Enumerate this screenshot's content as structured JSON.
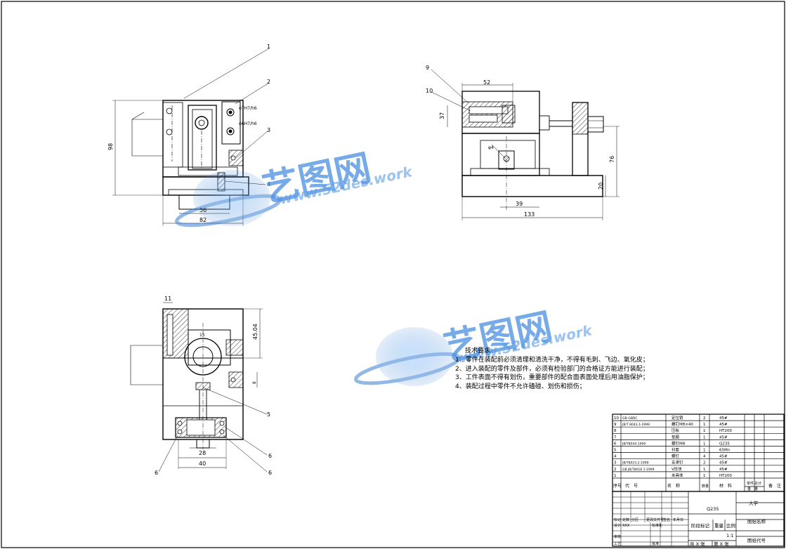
{
  "drawing": {
    "tech_requirements_title": "技术要求",
    "tech_requirements": [
      "1、零件在装配前必须清理和清洗干净，不得有毛刺、飞边、氧化皮；",
      "2、进入装配的零件及部件，必须有检验部门的合格证方能进行装配；",
      "3、工件表面不得有划伤，重要部件的配合面表面处理后用油脂保护；",
      "4、装配过程中零件不允许磕碰、划伤和损伤；"
    ],
    "front_view": {
      "balloons": [
        "1",
        "2",
        "3",
        "4"
      ],
      "dims": {
        "height": "98",
        "w56": "56",
        "w82": "82"
      },
      "fits": [
        "φ7H7/h6",
        "φ6H7/h6"
      ]
    },
    "side_view": {
      "balloons": [
        "9",
        "10"
      ],
      "dims": {
        "w52": "52",
        "h37": "37",
        "d94": "φ4",
        "w39": "39",
        "w133": "133",
        "h76": "76",
        "h20": "20"
      }
    },
    "top_view": {
      "balloons": [
        "5",
        "6",
        "6",
        "6"
      ],
      "dims": {
        "w11": "11",
        "w15": "15",
        "h45": "45.04",
        "w28": "28",
        "w40": "40",
        "h8": "8"
      }
    }
  },
  "watermark": {
    "title": "艺图网",
    "url": "www.52des.work"
  },
  "bom": {
    "rows": [
      {
        "no": "10",
        "code": "GB-GBDC",
        "name": "定位销",
        "qty": "2",
        "material": "45#"
      },
      {
        "no": "9",
        "code": "JB/T 8043.1-1999",
        "name": "螺钉M8×40",
        "qty": "1",
        "material": "45#"
      },
      {
        "no": "8",
        "code": "",
        "name": "压板",
        "qty": "1",
        "material": "HT200"
      },
      {
        "no": "7",
        "code": "",
        "name": "垫圈",
        "qty": "1",
        "material": "45#"
      },
      {
        "no": "6",
        "code": "JB/T8044-1999",
        "name": "螺钉M8",
        "qty": "1",
        "material": "Q235"
      },
      {
        "no": "5",
        "code": "",
        "name": "衬套",
        "qty": "1",
        "material": "65Mn"
      },
      {
        "no": "4",
        "code": "",
        "name": "螺钉",
        "qty": "4",
        "material": "45#"
      },
      {
        "no": "3",
        "code": "JB/T8023.2-1999",
        "name": "支承钉",
        "qty": "2",
        "material": "45#"
      },
      {
        "no": "2",
        "code": "GB JB/T8018 1-1999",
        "name": "V形块",
        "qty": "1",
        "material": "45#"
      },
      {
        "no": "1",
        "code": "",
        "name": "夹具体",
        "qty": "1",
        "material": "HT200"
      }
    ],
    "header": {
      "no": "序号",
      "code": "代　号",
      "name": "名　称",
      "qty": "数量",
      "material": "材　料",
      "unit_weight": "单件",
      "total_weight": "总计",
      "weight": "重　量",
      "note": "备　注"
    }
  },
  "title_block": {
    "material": "Q235",
    "school": "大学",
    "drawing_name": "图纸名称",
    "drawing_code": "图纸代号",
    "scale_label": "比例",
    "scale": "1:1",
    "weight_label": "重量",
    "stage_label": "阶段标记",
    "sheet_total": "共 X 张",
    "sheet_no": "第 X 张",
    "rev_labels": [
      "标记",
      "处数",
      "分区",
      "更改文件号",
      "签名",
      "年月日"
    ],
    "role_labels": [
      "设计",
      "审核",
      "工艺",
      "标准化",
      "批准"
    ],
    "designer": "XXX"
  }
}
